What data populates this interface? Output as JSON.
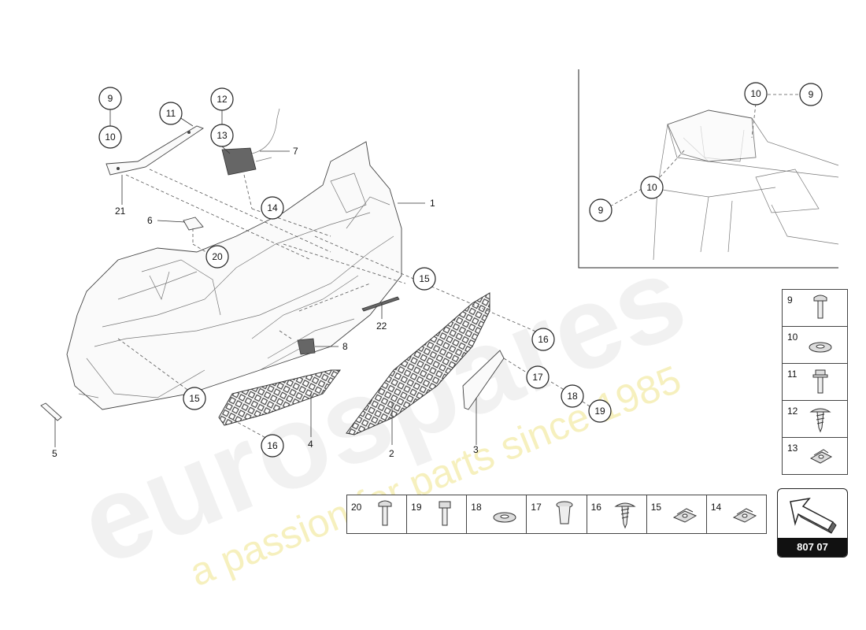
{
  "callouts": [
    {
      "id": "c9a",
      "label": "9"
    },
    {
      "id": "c10a",
      "label": "10"
    },
    {
      "id": "c11",
      "label": "11"
    },
    {
      "id": "c12",
      "label": "12"
    },
    {
      "id": "c13",
      "label": "13"
    },
    {
      "id": "c14",
      "label": "14"
    },
    {
      "id": "c20",
      "label": "20"
    },
    {
      "id": "c15a",
      "label": "15"
    },
    {
      "id": "c16a",
      "label": "16"
    },
    {
      "id": "c17",
      "label": "17"
    },
    {
      "id": "c18",
      "label": "18"
    },
    {
      "id": "c19",
      "label": "19"
    },
    {
      "id": "c15b",
      "label": "15"
    },
    {
      "id": "c16b",
      "label": "16"
    },
    {
      "id": "c10b",
      "label": "10"
    },
    {
      "id": "c9b",
      "label": "9"
    },
    {
      "id": "c10c",
      "label": "10"
    },
    {
      "id": "c9c",
      "label": "9"
    }
  ],
  "plain_labels": {
    "p1": "1",
    "p2": "2",
    "p3": "3",
    "p4": "4",
    "p5": "5",
    "p6": "6",
    "p7": "7",
    "p8": "8",
    "p21": "21",
    "p22": "22"
  },
  "legend_vertical": [
    {
      "num": "9",
      "icon": "bolt-icon"
    },
    {
      "num": "10",
      "icon": "washer-icon"
    },
    {
      "num": "11",
      "icon": "flange-bolt-icon"
    },
    {
      "num": "12",
      "icon": "self-tapping-screw-icon"
    },
    {
      "num": "13",
      "icon": "clip-nut-icon"
    }
  ],
  "legend_horizontal": [
    {
      "num": "20",
      "icon": "bolt-icon"
    },
    {
      "num": "19",
      "icon": "bolt-icon"
    },
    {
      "num": "18",
      "icon": "washer-icon"
    },
    {
      "num": "17",
      "icon": "spacer-bush-icon"
    },
    {
      "num": "16",
      "icon": "self-tapping-screw-icon"
    },
    {
      "num": "15",
      "icon": "clip-nut-icon"
    },
    {
      "num": "14",
      "icon": "clip-nut-icon"
    }
  ],
  "diagram_code": "807 07",
  "watermark": {
    "brand": "eurospares",
    "tagline": "a passion for parts since 1985"
  }
}
